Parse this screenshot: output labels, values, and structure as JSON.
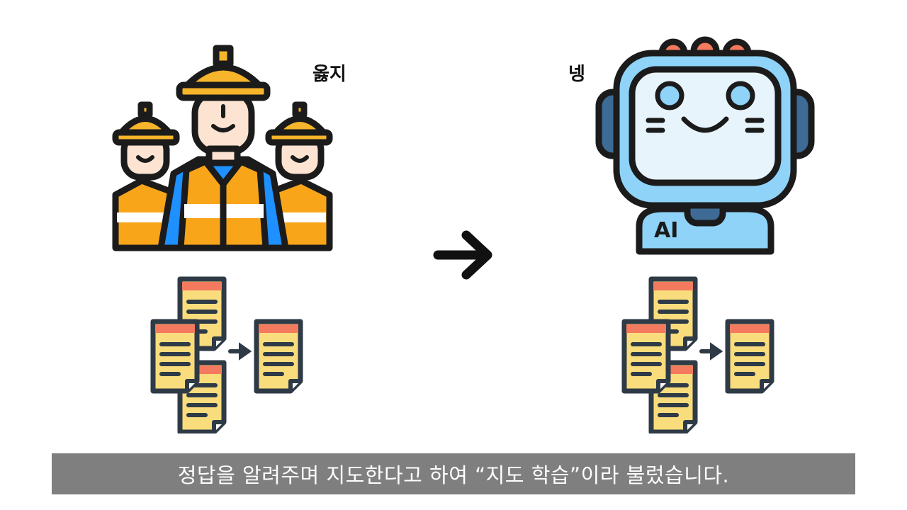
{
  "left_label": "옳지",
  "right_label": "넹",
  "robot_badge": "AI",
  "caption": "정답을 알려주며 지도한다고 하여 “지도 학습”이라 불렀습니다.",
  "icons": {
    "workers": "construction-workers-icon",
    "robot": "ai-robot-icon",
    "arrow": "arrow-right-icon",
    "documents": "documents-merge-icon"
  },
  "colors": {
    "helmet": "#f7b52b",
    "vest": "#f9a51a",
    "skin": "#fde3d2",
    "robot_blue": "#8fd3f8",
    "screen": "#e8f4fb",
    "paper": "#f9dc7c",
    "paper_header": "#f47a5f",
    "outline": "#1b1b1b",
    "caption_bg": "#7f7f7f"
  }
}
